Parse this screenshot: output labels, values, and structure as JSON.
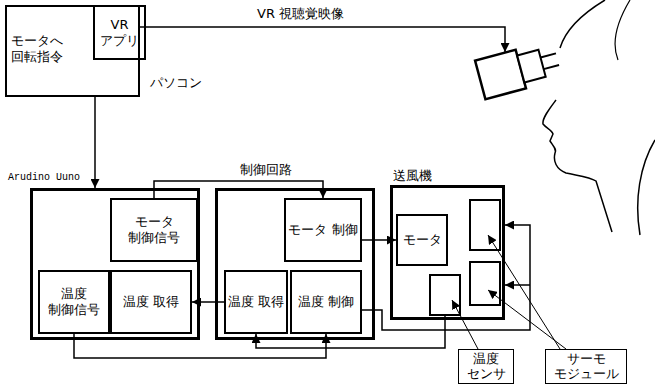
{
  "diagram": {
    "nodes": [
      {
        "text": [
          "パソコン",
          "モータへ 回転指令"
        ]
      },
      {
        "text": [
          "VR アプリ"
        ],
        "in": 0
      },
      {
        "text": [
          "Arudino Uuno"
        ]
      },
      {
        "text": [
          "モータ 制御信号"
        ],
        "in": 2
      },
      {
        "text": [
          "温度 制御信号"
        ],
        "in": 2
      },
      {
        "text": [
          "温度 取得"
        ],
        "in": 2
      },
      {
        "text": [
          "制御回路"
        ]
      },
      {
        "text": [
          "モータ 制御"
        ],
        "in": 6
      },
      {
        "text": [
          "温度 取得"
        ],
        "in": 6
      },
      {
        "text": [
          "温度 制御"
        ],
        "in": 6
      },
      {
        "text": [
          "送風機"
        ]
      },
      {
        "text": [
          "モータ"
        ],
        "in": 10
      },
      {
        "text": [
          "温度 センサ"
        ]
      },
      {
        "text": [
          "サーモ モジュール"
        ]
      }
    ],
    "edges": [
      {
        "from": 0,
        "to": 2,
        "arrow": "to"
      },
      {
        "from": 3,
        "to": 7,
        "arrow": "to"
      },
      {
        "from": 7,
        "to": 11,
        "arrow": "to"
      },
      {
        "from": 8,
        "to": 5,
        "arrow": "to"
      },
      {
        "from": 4,
        "to": 9,
        "arrow": "to"
      },
      {
        "from": 10,
        "to": 8,
        "arrow": "to"
      },
      {
        "from": 9,
        "to": 10,
        "arrow": "to"
      }
    ],
    "labels": [
      "VR 視聴覚映像"
    ]
  }
}
